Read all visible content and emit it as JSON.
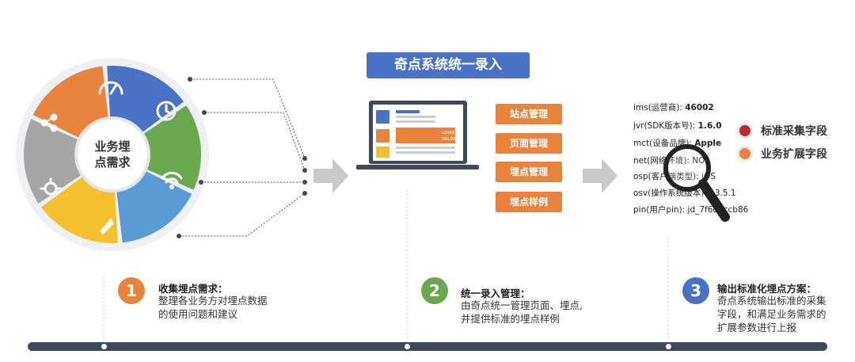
{
  "wheel": {
    "center_label_line1": "业务埋",
    "center_label_line2": "点需求",
    "segments": [
      {
        "icon": "speedometer-icon",
        "color": "#4a72c4"
      },
      {
        "icon": "clock-icon",
        "color": "#6aa84f"
      },
      {
        "icon": "wifi-icon",
        "color": "#5b9bd5"
      },
      {
        "icon": "rocket-icon",
        "color": "#f4c030"
      },
      {
        "icon": "brightness-icon",
        "color": "#a5a5a5"
      },
      {
        "icon": "share-icon",
        "color": "#e8823d"
      }
    ]
  },
  "system": {
    "title": "奇点系统统一录入",
    "screen_banner_line1": "LEARNING",
    "screen_banner_line2": "ONLINE",
    "menu": [
      "站点管理",
      "页面管理",
      "埋点管理",
      "埋点样例"
    ]
  },
  "fields": [
    {
      "key": "ims(运营商): ",
      "value": "46002"
    },
    {
      "key": " jvr(SDK版本号): ",
      "value": "1.6.0"
    },
    {
      "key": "mct(设备品牌): ",
      "value": "Apple"
    },
    {
      "key": "net(网络环境): ",
      "value": "NO"
    },
    {
      "key": "osp(客户端类型): ",
      "value": "iOS"
    },
    {
      "key": "osv(操作系统版本): ",
      "value": "13.5.1"
    },
    {
      "key": "pin(用户pin): ",
      "value": "jd_7f6d3ccb86"
    }
  ],
  "legend": [
    {
      "label": "标准采集字段",
      "color": "#c0282d"
    },
    {
      "label": "业务扩展字段",
      "color": "#e8823d"
    }
  ],
  "steps": [
    {
      "num": "1",
      "color": "#e8823d",
      "title": "收集埋点需求：",
      "desc": "整理各业务方对埋点数据\n的使用问题和建议"
    },
    {
      "num": "2",
      "color": "#6aa84f",
      "title": "统一录入管理：",
      "desc": "由奇点统一管理页面、埋点,\n并提供标准的埋点样例"
    },
    {
      "num": "3",
      "color": "#4a72c4",
      "title": "输出标准化埋点方案：",
      "desc": "奇点系统输出标准的采集\n字段，和满足业务需求的\n扩展参数进行上报"
    }
  ]
}
